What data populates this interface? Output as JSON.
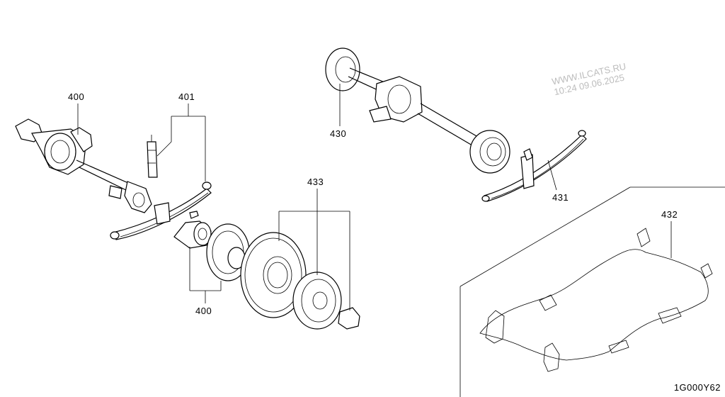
{
  "callouts": {
    "front_axle_top": "400",
    "front_spring": "401",
    "rear_axle": "430",
    "rear_spring": "431",
    "harness": "432",
    "wheel": "433",
    "front_axle_bottom": "400"
  },
  "watermark": {
    "line1": "WWW.ILCATS.RU",
    "line2": "10:24 09.06.2025"
  },
  "diagram_code": "1G000Y62"
}
